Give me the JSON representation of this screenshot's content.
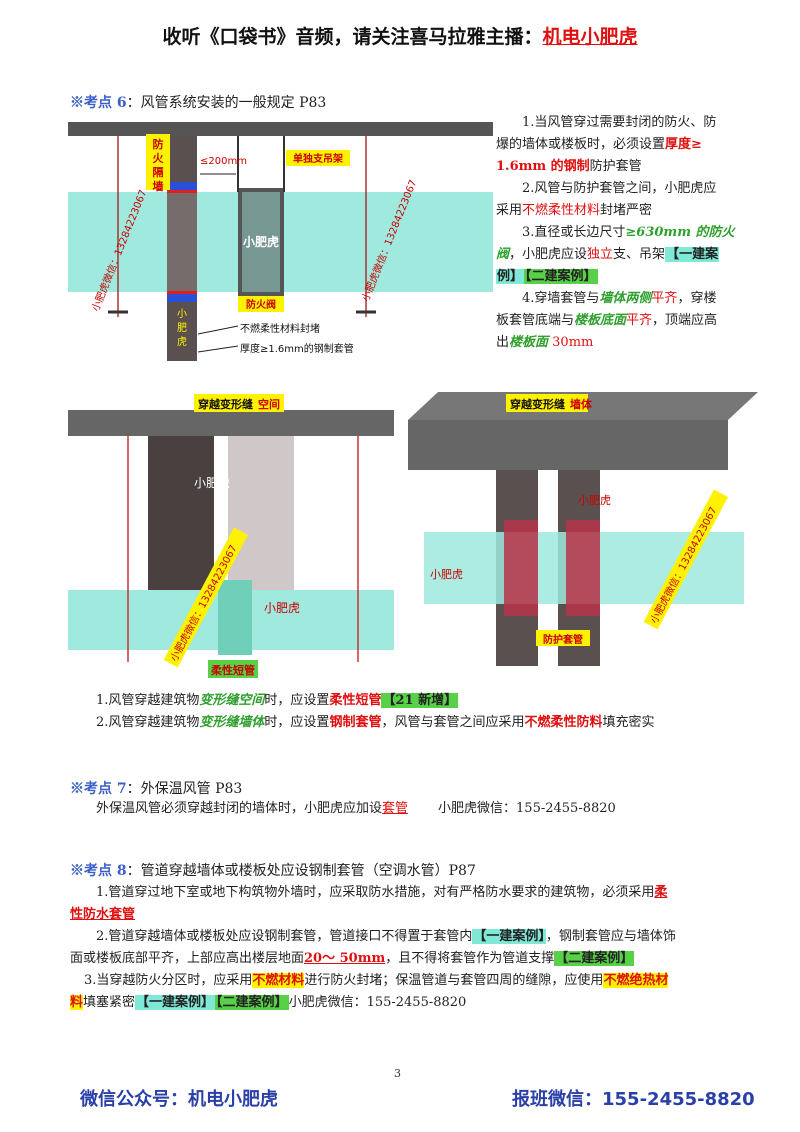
{
  "header": {
    "prefix": "收听《口袋书》音频，请关注喜马拉雅主播：",
    "anchor": "机电小肥虎"
  },
  "s6": {
    "label": "※考点 6",
    "title": "：风管系统安装的一般规定 P83",
    "items": {
      "i1a": "1.当风管穿过需要封闭的防火、防",
      "i1b": "爆的墙体或楼板时，必须设置",
      "i1c": "厚度≥",
      "i1d": "1.6mm 的钢制",
      "i1e": "防护套管",
      "i2a": "2.风管与防护套管之间，小肥虎应",
      "i2b": "采用",
      "i2c": "不燃柔性材料",
      "i2d": "封堵严密",
      "i3a": "3.直径或长边尺寸",
      "i3b": "≥630mm 的防火",
      "i3c": "阀",
      "i3d": "，小肥虎应设",
      "i3e": "独立",
      "i3f": "支、吊架",
      "i3g": "【一建案",
      "i3h": "例】",
      "i3i": "【二建案例】",
      "i4a": "4.穿墙套管与",
      "i4b": "墙体两侧",
      "i4c": "平齐",
      "i4d": "，穿楼",
      "i4e": "板套管底端与",
      "i4f": "楼板底面",
      "i4g": "平齐",
      "i4h": "，顶端应高",
      "i4i": "出",
      "i4j": "楼板面",
      "i4k": " 30mm"
    },
    "fig": {
      "wall_label": "防火隔墙",
      "gap_label": "≤200mm",
      "hanger_label": "单独支吊架",
      "center_label": "小肥虎",
      "wall_lower_label": "小肥虎",
      "damper_label": "防火阀",
      "note1": "不燃柔性材料封堵",
      "note2": "厚度≥1.6mm的钢制套管",
      "wm1": "小肥虎微信：13284223067",
      "wm2": "小肥虎微信：13284223067"
    }
  },
  "mid": {
    "left_title_a": "穿越变形缝",
    "left_title_b": "空间",
    "left_center": "小肥虎",
    "left_right": "小肥虎",
    "left_short": "柔性短管",
    "left_wm": "小肥虎微信：13284223067",
    "right_title_a": "穿越变形缝",
    "right_title_b": "墙体",
    "right_left": "小肥虎",
    "right_top": "小肥虎",
    "right_sleeve": "防护套管",
    "right_wm": "小肥虎微信：13284223067",
    "l1a": "1.风管穿越建筑物",
    "l1b": "变形缝空间",
    "l1c": "时，应设置",
    "l1d": "柔性短管",
    "l1e": "【21 新增】",
    "l2a": "2.风管穿越建筑物",
    "l2b": "变形缝墙体",
    "l2c": "时，应设置",
    "l2d": "钢制套管",
    "l2e": "，风管与套管之间应采用",
    "l2f": "不燃柔性防料",
    "l2g": "填充密实"
  },
  "s7": {
    "label": "※考点 7",
    "title": "：外保温风管 P83",
    "a": "外保温风管必须穿越封闭的墙体时，小肥虎应加设",
    "b": "套管",
    "c": "小肥虎微信：155-2455-8820"
  },
  "s8": {
    "label": "※考点 8",
    "title": "：管道穿越墙体或楼板处应设钢制套管（空调水管）P87",
    "p1a": "1.管道穿过地下室或地下构筑物外墙时，应采取防水措施，对有严格防水要求的建筑物，必须采用",
    "p1b": "柔",
    "p1c": "性防水套管",
    "p2a": "2.管道穿越墙体或楼板处应设钢制套管，管道接口不得置于套管内",
    "p2b": "【一建案例】",
    "p2c": "，钢制套管应与墙体饰",
    "p2d": "面或楼板底部平齐，上部应高出楼层地面",
    "p2e": "20～ 50mm",
    "p2f": "，且不得将套管作为管道支撑",
    "p2g": "【二建案例】",
    "p3a": "3.当穿越防火分区时，应采用",
    "p3b": "不燃材料",
    "p3c": "进行防火封堵；保温管道与套管四周的缝隙，应使用",
    "p3d": "不燃绝热材",
    "p3e": "料",
    "p3f": "填塞紧密",
    "p3g": "【一建案例】",
    "p3h": "【二建案例】",
    "p3i": "小肥虎微信：155-2455-8820"
  },
  "page_number": "3",
  "footer": {
    "left": "微信公众号：机电小肥虎",
    "right": "报班微信：155-2455-8820"
  }
}
